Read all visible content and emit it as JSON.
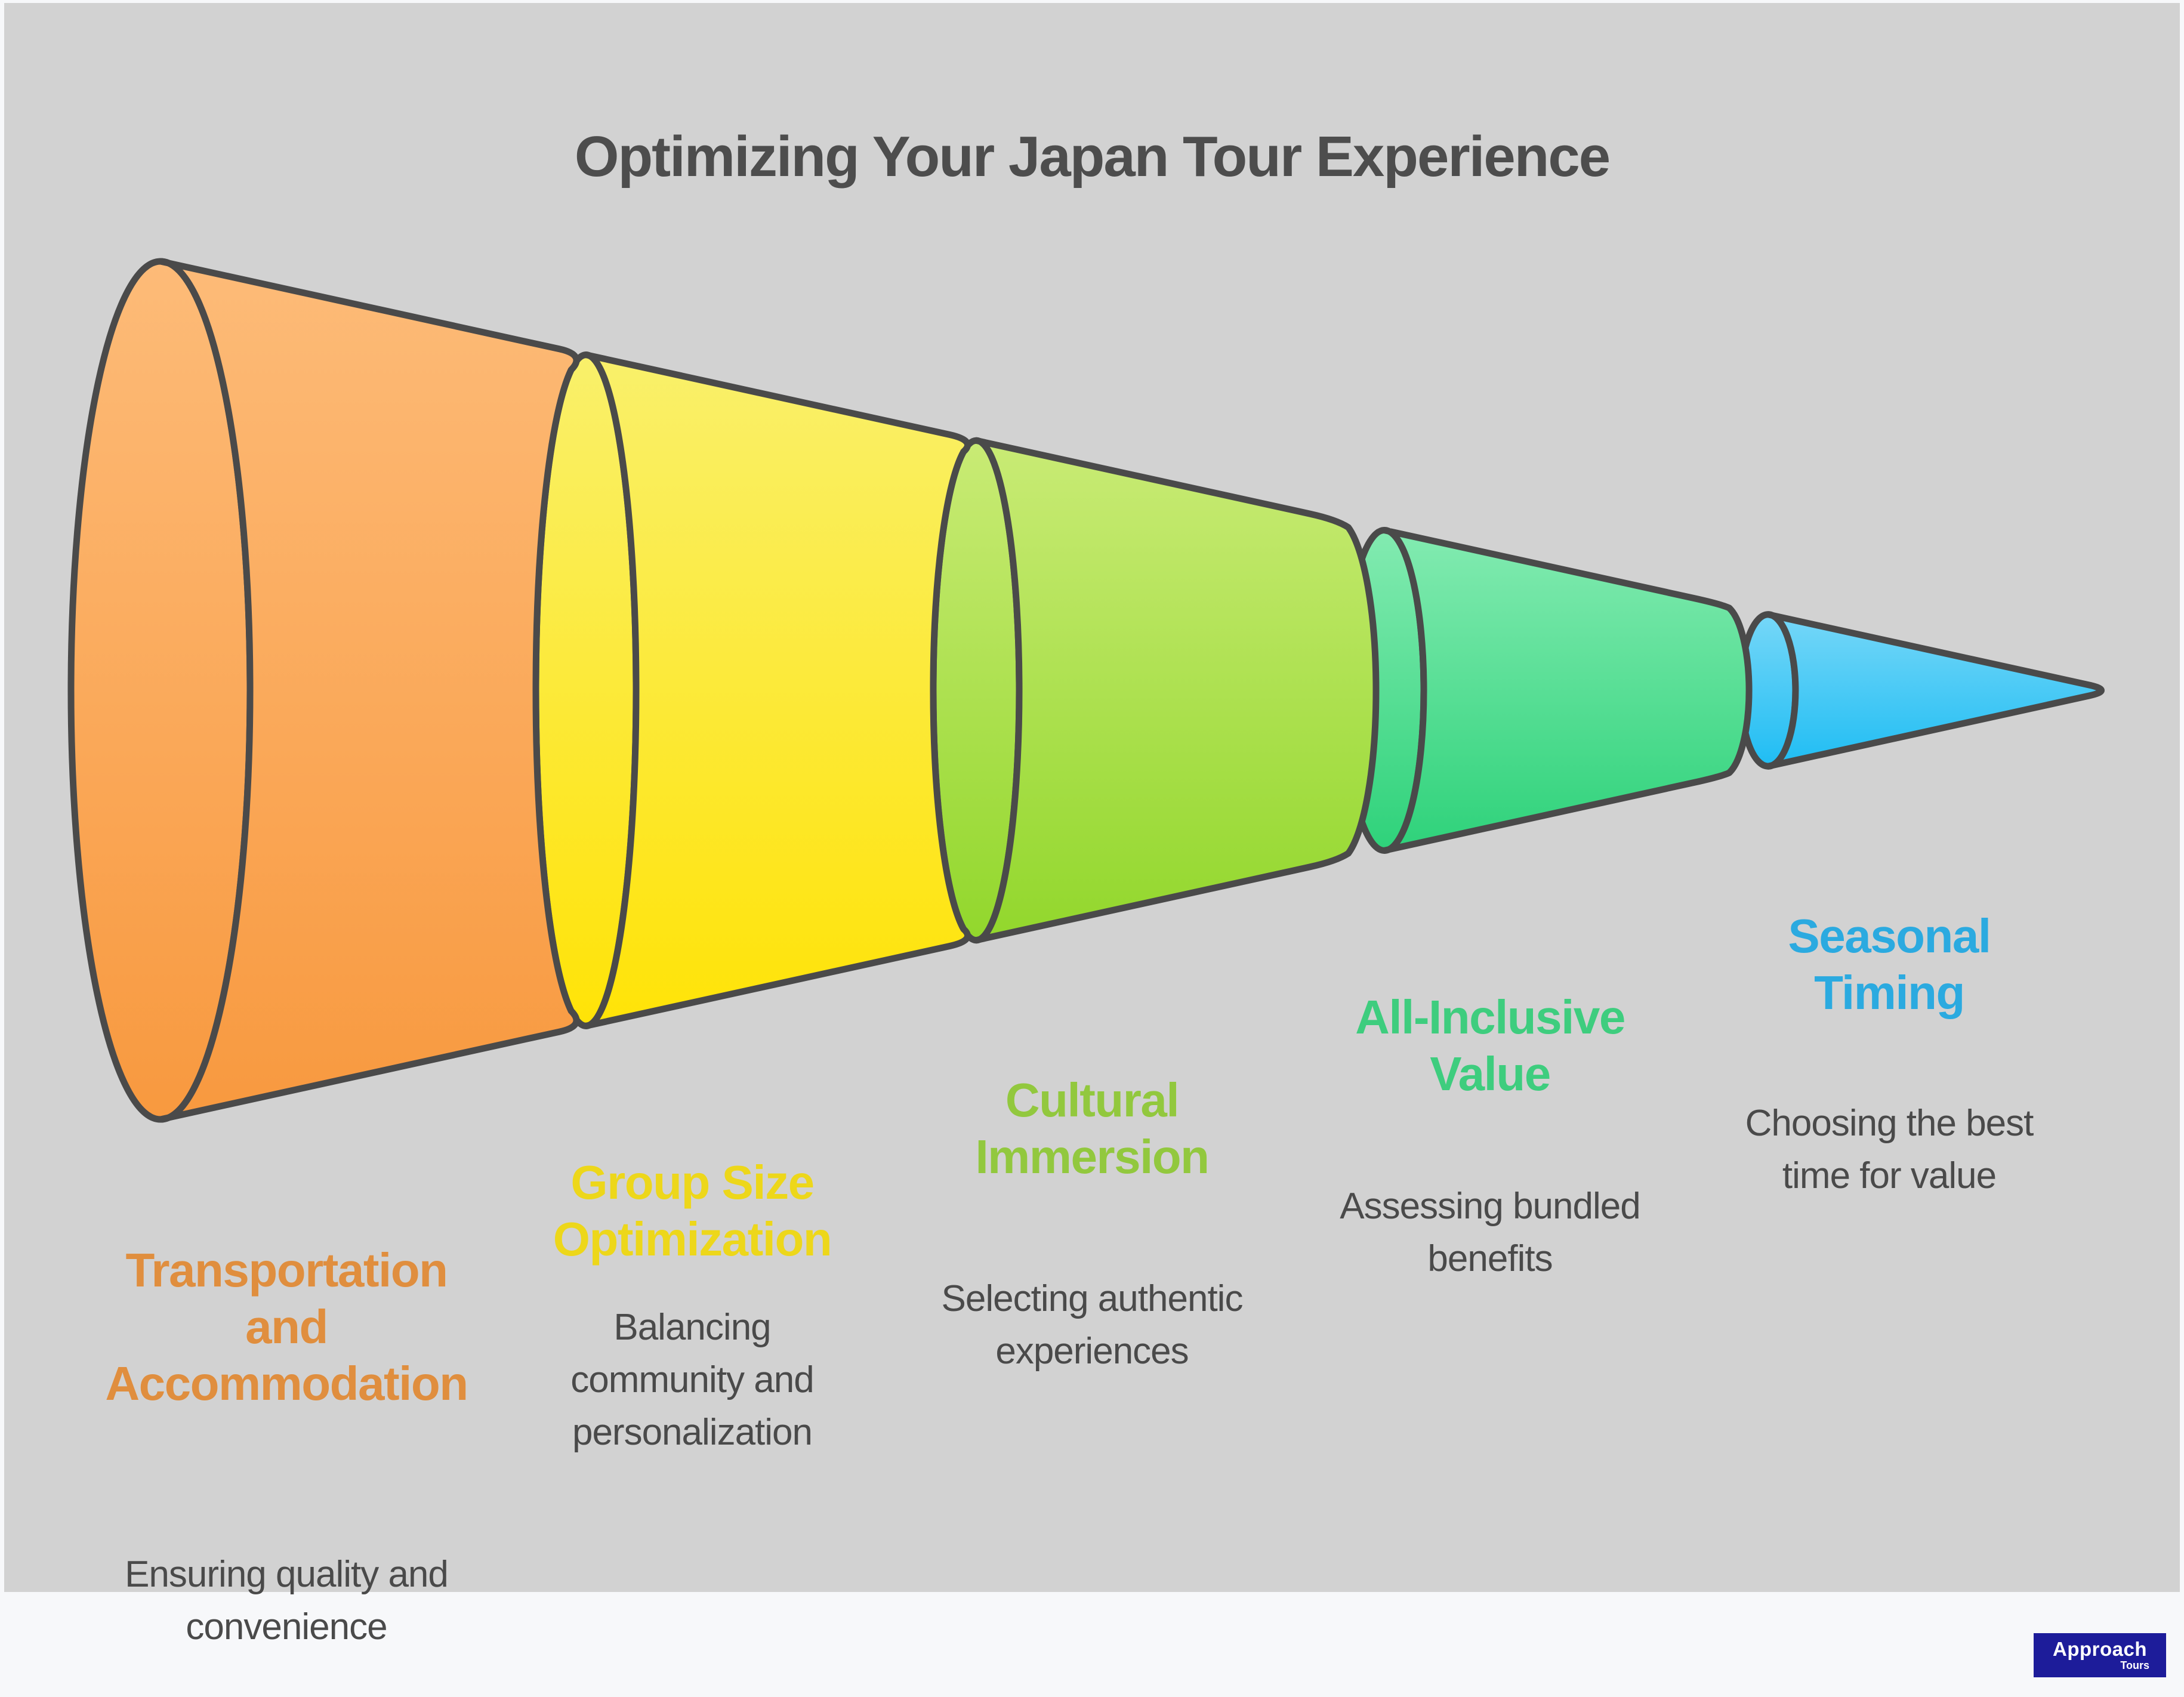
{
  "title": "Optimizing Your Japan Tour Experience",
  "background_color": "#d2d2d2",
  "outline_color": "#4a4a4a",
  "chart_data": {
    "type": "funnel",
    "orientation": "horizontal-left-to-right",
    "title": "Optimizing Your Japan Tour Experience",
    "stages": [
      {
        "order": 1,
        "label": "Transportation and Accommodation",
        "description": "Ensuring quality and convenience",
        "color": "#e08e3e"
      },
      {
        "order": 2,
        "label": "Group Size Optimization",
        "description": "Balancing community and personalization",
        "color": "#edd71a"
      },
      {
        "order": 3,
        "label": "Cultural Immersion",
        "description": "Selecting authentic experiences",
        "color": "#92c83e"
      },
      {
        "order": 4,
        "label": "All-Inclusive Value",
        "description": "Assessing bundled benefits",
        "color": "#3ecd7e"
      },
      {
        "order": 5,
        "label": "Seasonal Timing",
        "description": "Choosing the best time for value",
        "color": "#2baae0"
      }
    ]
  },
  "stages": [
    {
      "title_lines": [
        "Transportation",
        "and",
        "Accommodation"
      ],
      "desc_lines": [
        "Ensuring quality and",
        "convenience"
      ],
      "label_color": "#e08e3e",
      "gradient_top": "#fdbb78",
      "gradient_bottom": "#f8993f"
    },
    {
      "title_lines": [
        "Group Size",
        "Optimization"
      ],
      "desc_lines": [
        "Balancing",
        "community and",
        "personalization"
      ],
      "label_color": "#edd71a",
      "gradient_top": "#f9f06b",
      "gradient_bottom": "#ffe307"
    },
    {
      "title_lines": [
        "Cultural",
        "Immersion"
      ],
      "desc_lines": [
        "Selecting authentic",
        "experiences"
      ],
      "label_color": "#92c83e",
      "gradient_top": "#c9eb75",
      "gradient_bottom": "#92d72c"
    },
    {
      "title_lines": [
        "All-Inclusive",
        "Value"
      ],
      "desc_lines": [
        "Assessing bundled",
        "benefits"
      ],
      "label_color": "#3ecd7e",
      "gradient_top": "#83ebb1",
      "gradient_bottom": "#2ed27a"
    },
    {
      "title_lines": [
        "Seasonal",
        "Timing"
      ],
      "desc_lines": [
        "Choosing the best",
        "time for value"
      ],
      "label_color": "#2baae0",
      "gradient_top": "#76d7f8",
      "gradient_bottom": "#1fbdf3"
    }
  ],
  "logo": {
    "brand": "Approach",
    "sub": "Tours"
  }
}
